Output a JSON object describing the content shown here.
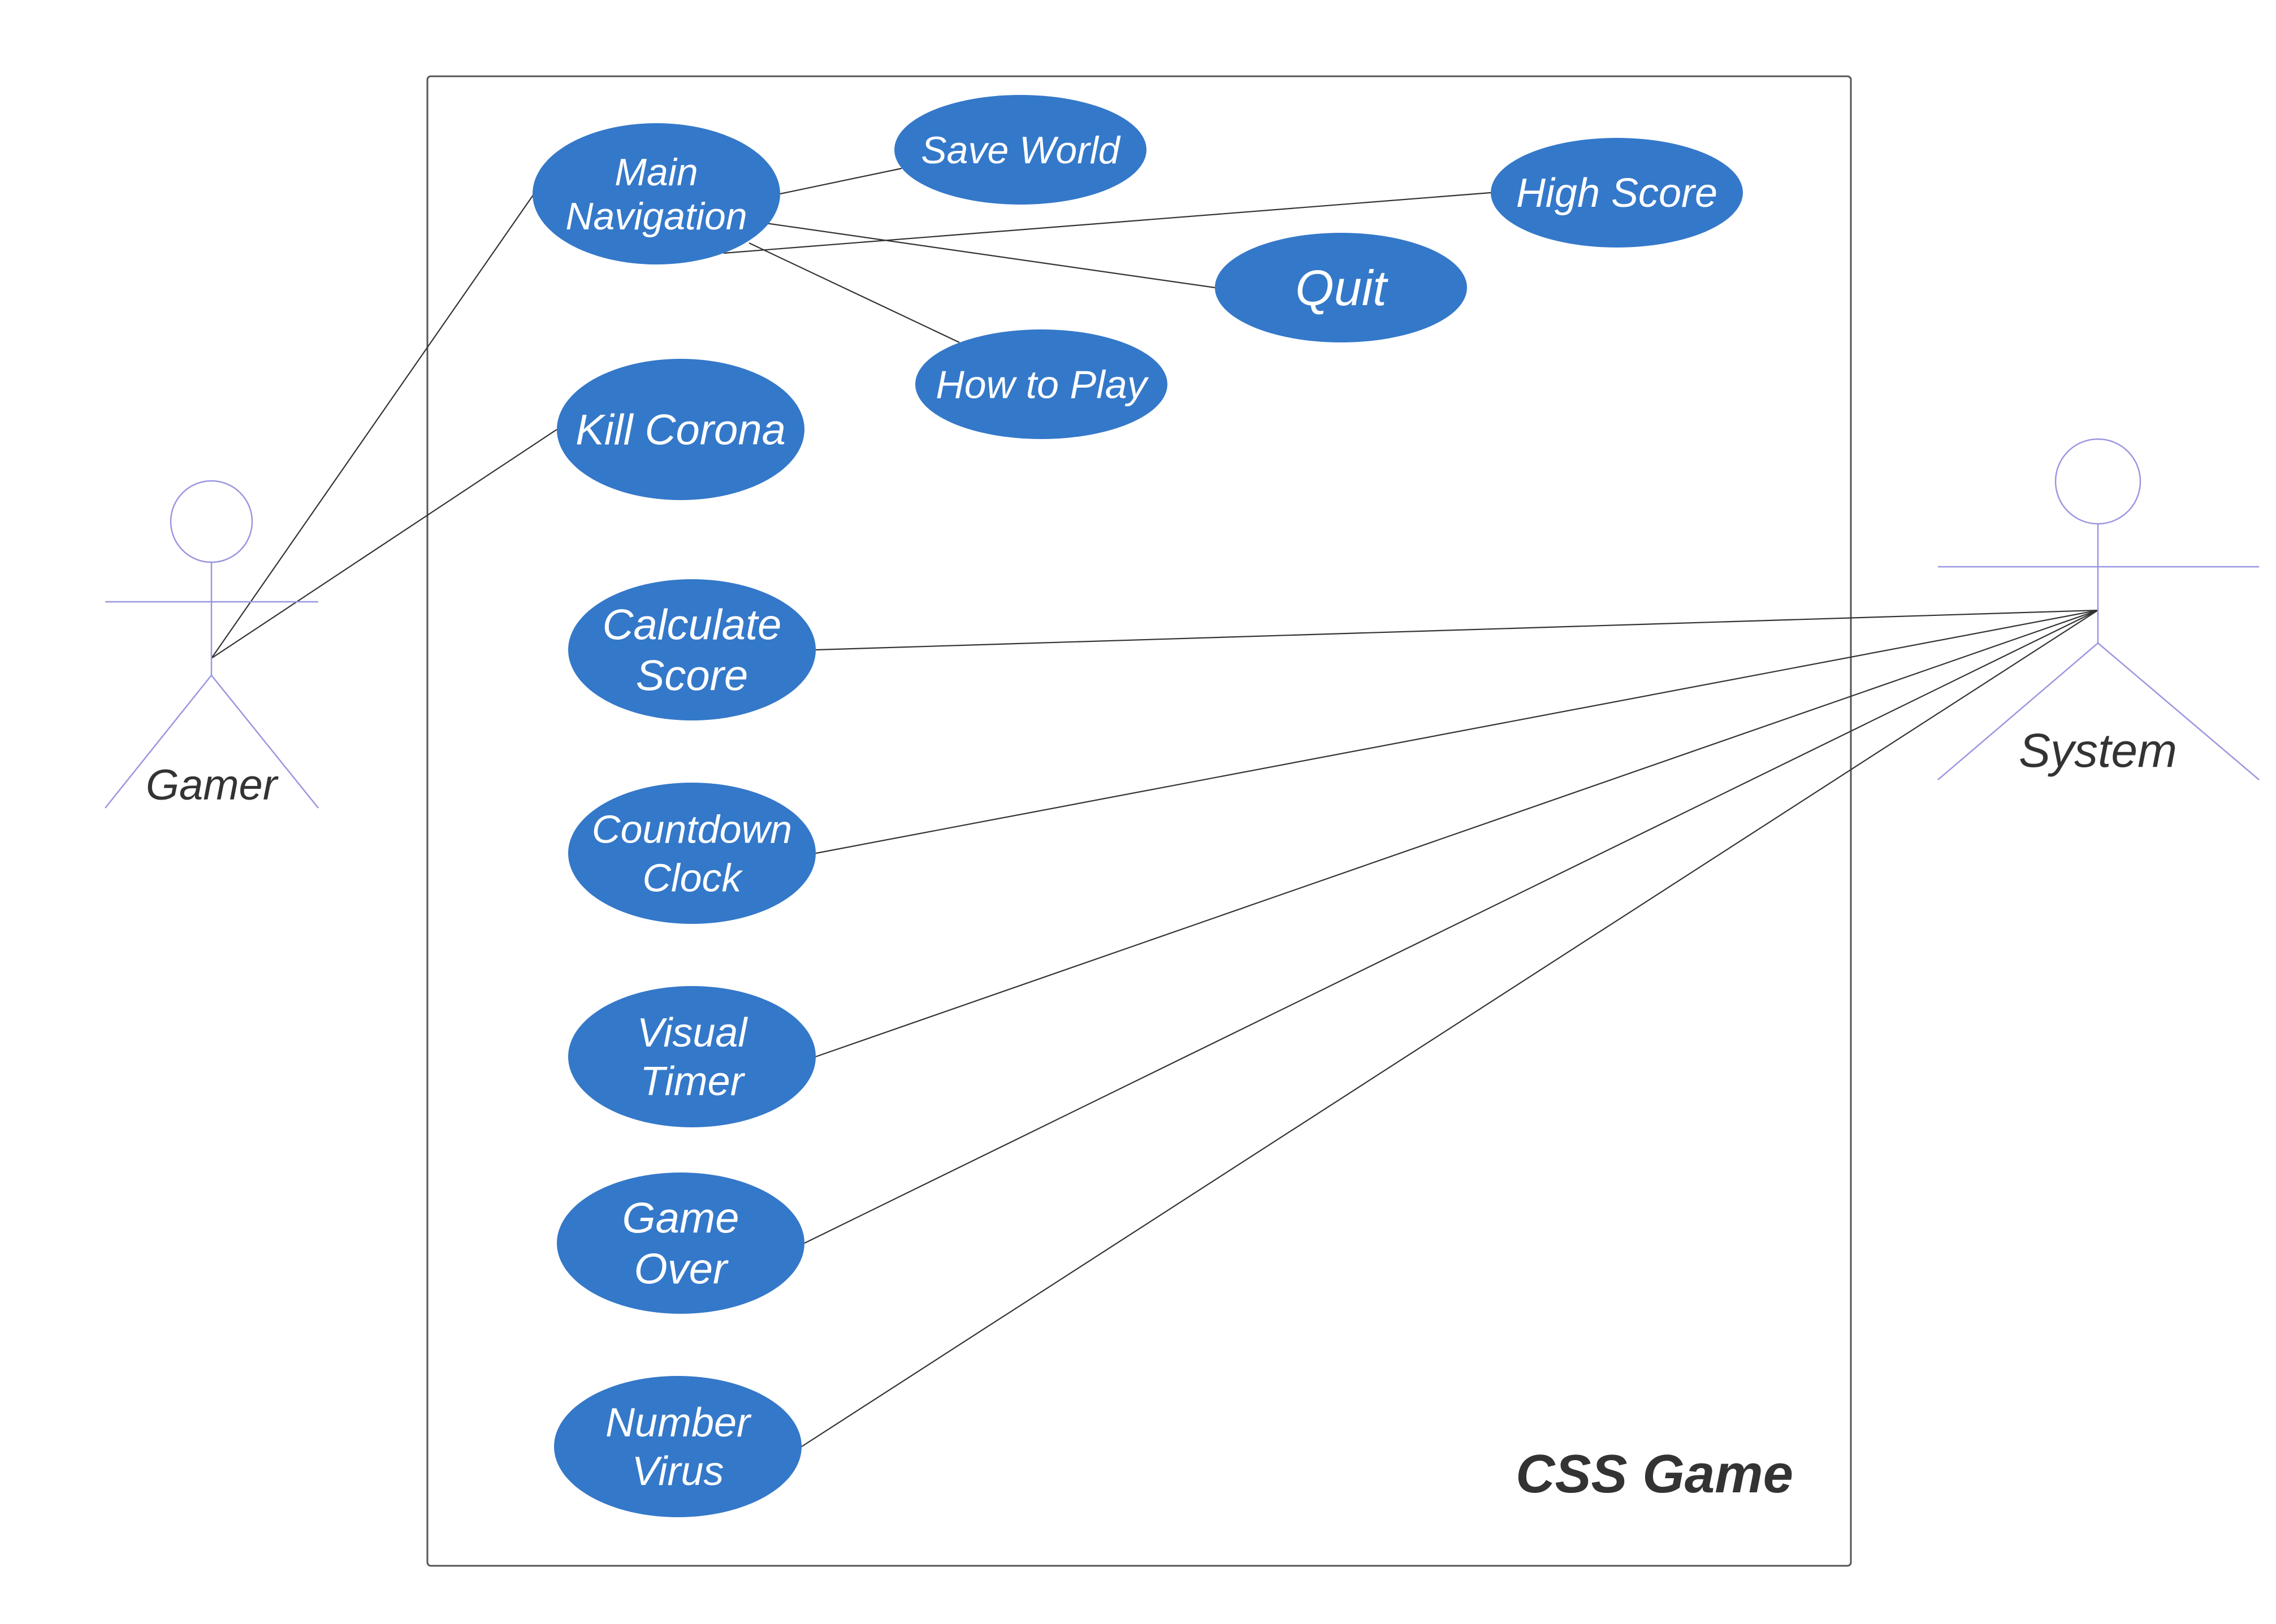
{
  "diagram": {
    "system_title": "CSS Game",
    "colors": {
      "usecase_fill": "#3478c9",
      "usecase_text": "#ffffff",
      "actor_stroke": "#9a96e0",
      "line": "#333333",
      "boundary": "#555555"
    },
    "actors": {
      "gamer": {
        "label": "Gamer"
      },
      "system": {
        "label": "System"
      }
    },
    "usecases": {
      "main_nav": [
        "Main",
        "Navigation"
      ],
      "save_world": [
        "Save World"
      ],
      "high_score": [
        "High Score"
      ],
      "quit": [
        "Quit"
      ],
      "how_to_play": [
        "How to Play"
      ],
      "kill_corona": [
        "Kill Corona"
      ],
      "calc_score": [
        "Calculate",
        "Score"
      ],
      "countdown": [
        "Countdown",
        "Clock"
      ],
      "visual_timer": [
        "Visual",
        "Timer"
      ],
      "game_over": [
        "Game",
        "Over"
      ],
      "number_virus": [
        "Number",
        "Virus"
      ]
    },
    "associations": [
      [
        "gamer",
        "main_nav"
      ],
      [
        "gamer",
        "kill_corona"
      ],
      [
        "main_nav",
        "save_world"
      ],
      [
        "main_nav",
        "high_score"
      ],
      [
        "main_nav",
        "quit"
      ],
      [
        "main_nav",
        "how_to_play"
      ],
      [
        "system",
        "calc_score"
      ],
      [
        "system",
        "countdown"
      ],
      [
        "system",
        "visual_timer"
      ],
      [
        "system",
        "game_over"
      ],
      [
        "system",
        "number_virus"
      ]
    ]
  }
}
